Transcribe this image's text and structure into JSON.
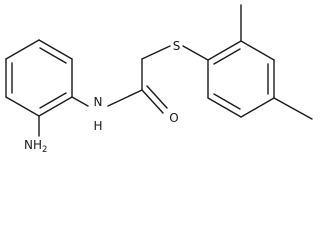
{
  "molecule": {
    "atoms": {
      "sulfur": "S",
      "amide_nitrogen": "N",
      "amide_hydrogen": "H",
      "carbonyl_oxygen": "O",
      "amine_nitrogen_h": "NH",
      "amine_subscript": "2"
    }
  }
}
